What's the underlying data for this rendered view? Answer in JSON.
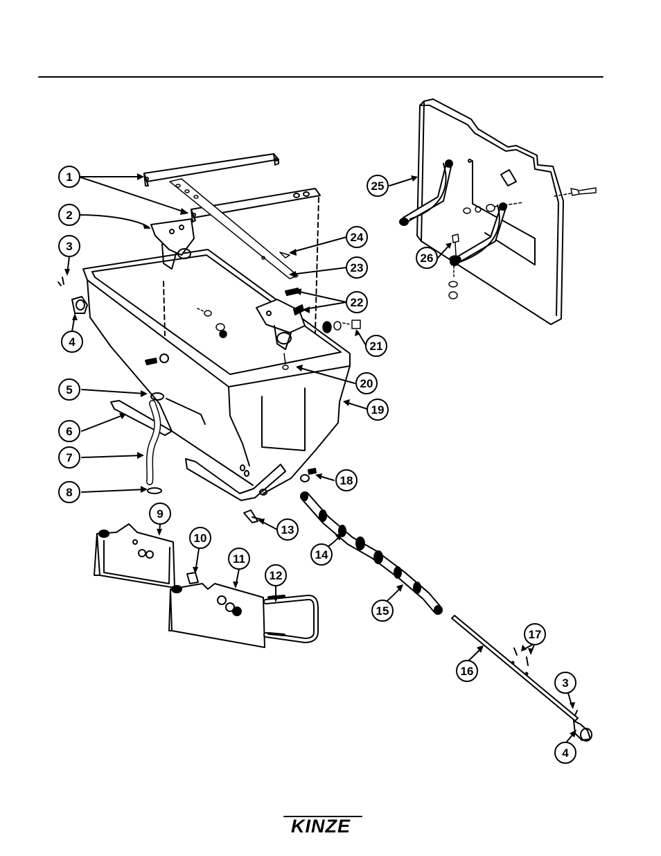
{
  "brand": {
    "logo_text": "KINZE"
  },
  "callouts": [
    {
      "id": "c1a",
      "label": "1"
    },
    {
      "id": "c2",
      "label": "2"
    },
    {
      "id": "c3a",
      "label": "3"
    },
    {
      "id": "c4a",
      "label": "4"
    },
    {
      "id": "c5",
      "label": "5"
    },
    {
      "id": "c6",
      "label": "6"
    },
    {
      "id": "c7",
      "label": "7"
    },
    {
      "id": "c8",
      "label": "8"
    },
    {
      "id": "c9",
      "label": "9"
    },
    {
      "id": "c10",
      "label": "10"
    },
    {
      "id": "c11",
      "label": "11"
    },
    {
      "id": "c12",
      "label": "12"
    },
    {
      "id": "c13",
      "label": "13"
    },
    {
      "id": "c14",
      "label": "14"
    },
    {
      "id": "c15",
      "label": "15"
    },
    {
      "id": "c16",
      "label": "16"
    },
    {
      "id": "c17",
      "label": "17"
    },
    {
      "id": "c18",
      "label": "18"
    },
    {
      "id": "c19",
      "label": "19"
    },
    {
      "id": "c20",
      "label": "20"
    },
    {
      "id": "c21",
      "label": "21"
    },
    {
      "id": "c22",
      "label": "22"
    },
    {
      "id": "c23",
      "label": "23"
    },
    {
      "id": "c24",
      "label": "24"
    },
    {
      "id": "c25",
      "label": "25"
    },
    {
      "id": "c26",
      "label": "26"
    },
    {
      "id": "c3b",
      "label": "3"
    },
    {
      "id": "c4b",
      "label": "4"
    }
  ]
}
